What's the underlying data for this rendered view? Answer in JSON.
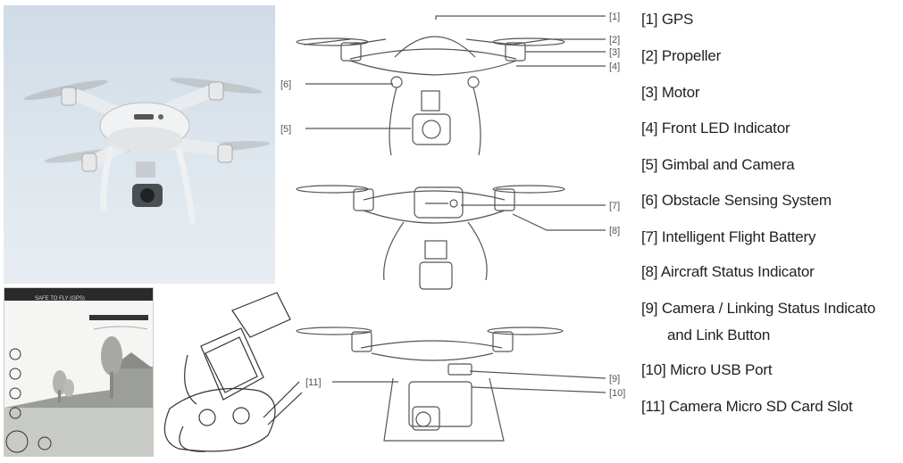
{
  "legend": [
    "[1] GPS",
    "[2] Propeller",
    "[3] Motor",
    "[4] Front LED Indicator",
    "[5] Gimbal and Camera",
    "[6] Obstacle Sensing System",
    "[7] Intelligent Flight Battery",
    "[8] Aircraft Status Indicator",
    "[9] Camera / Linking Status Indicato",
    "and Link Button",
    "[10] Micro USB Port",
    "[11] Camera Micro SD Card Slot"
  ],
  "callouts": [
    "[1]",
    "[2]",
    "[3]",
    "[4]",
    "[6]",
    "[5]",
    "[7]",
    "[8]",
    "[11]",
    "[9]",
    "[10]"
  ],
  "app_screen": {
    "status_text": "SAFE TO FLY (GPS)"
  }
}
